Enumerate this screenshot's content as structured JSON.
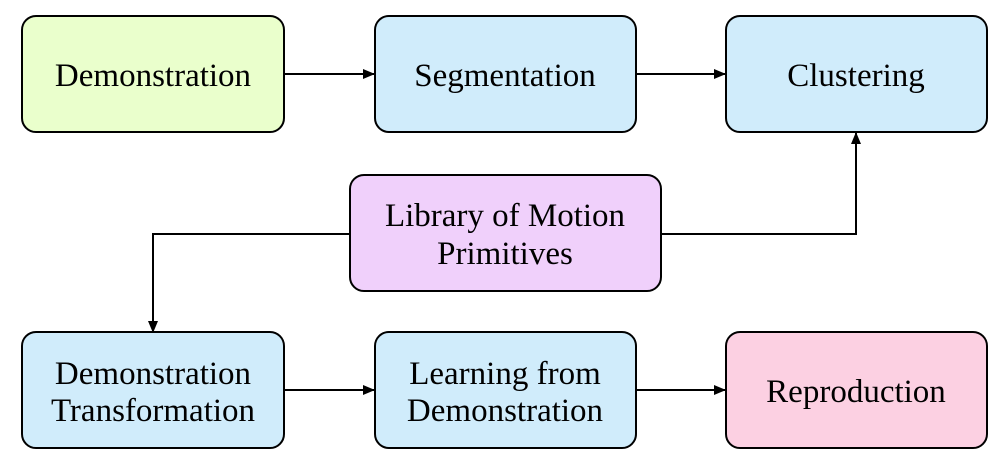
{
  "diagram": {
    "nodes": {
      "demonstration": {
        "lines": [
          "Demonstration"
        ],
        "fill": "#eaffcc"
      },
      "segmentation": {
        "lines": [
          "Segmentation"
        ],
        "fill": "#d0ecfb"
      },
      "clustering": {
        "lines": [
          "Clustering"
        ],
        "fill": "#d0ecfb"
      },
      "library": {
        "line1": "Library of Motion",
        "line2": "Primitives",
        "fill": "#f0d0fb"
      },
      "transformation": {
        "line1": "Demonstration",
        "line2": "Transformation",
        "fill": "#d0ecfb"
      },
      "learning": {
        "line1": "Learning from",
        "line2": "Demonstration",
        "fill": "#d0ecfb"
      },
      "reproduction": {
        "lines": [
          "Reproduction"
        ],
        "fill": "#fcd0e2"
      }
    },
    "edges": [
      {
        "from": "demonstration",
        "to": "segmentation"
      },
      {
        "from": "segmentation",
        "to": "clustering"
      },
      {
        "from": "library",
        "to": "clustering"
      },
      {
        "from": "library",
        "to": "transformation"
      },
      {
        "from": "transformation",
        "to": "learning"
      },
      {
        "from": "learning",
        "to": "reproduction"
      }
    ],
    "colors": {
      "stroke": "#000000"
    }
  }
}
